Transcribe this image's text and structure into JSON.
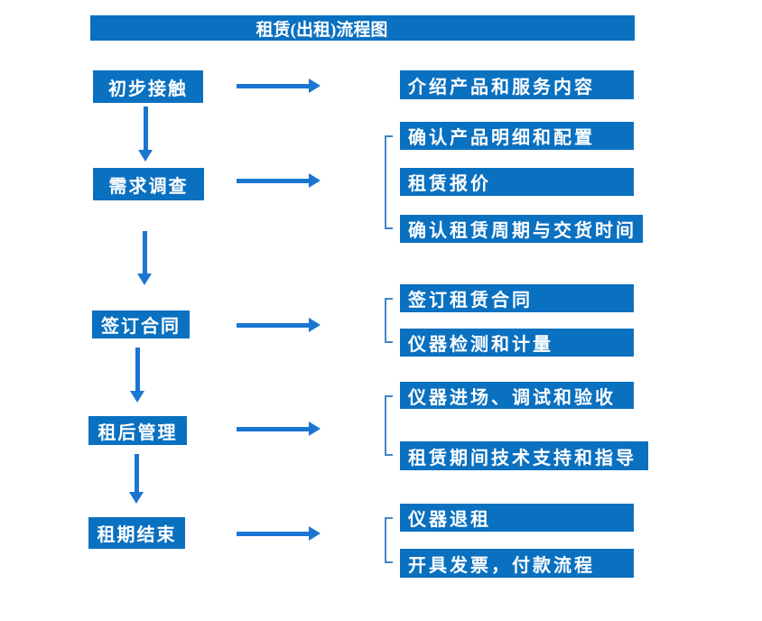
{
  "colors": {
    "box_fill": "#0a70c0",
    "arrow": "#1b76d2",
    "bracket": "#4285c2",
    "box_text": "#ffffff",
    "page_bg": "#ffffff"
  },
  "title": {
    "text": "租赁(出租)流程图"
  },
  "flow": {
    "steps": [
      {
        "label": "初步接触",
        "details": [
          "介绍产品和服务内容"
        ]
      },
      {
        "label": "需求调查",
        "details": [
          "确认产品明细和配置",
          "租赁报价",
          "确认租赁周期与交货时间"
        ]
      },
      {
        "label": "签订合同",
        "details": [
          "签订租赁合同",
          "仪器检测和计量"
        ]
      },
      {
        "label": "租后管理",
        "details": [
          "仪器进场、调试和验收",
          "租赁期间技术支持和指导"
        ]
      },
      {
        "label": "租期结束",
        "details": [
          "仪器退租",
          "开具发票，付款流程"
        ]
      }
    ]
  }
}
